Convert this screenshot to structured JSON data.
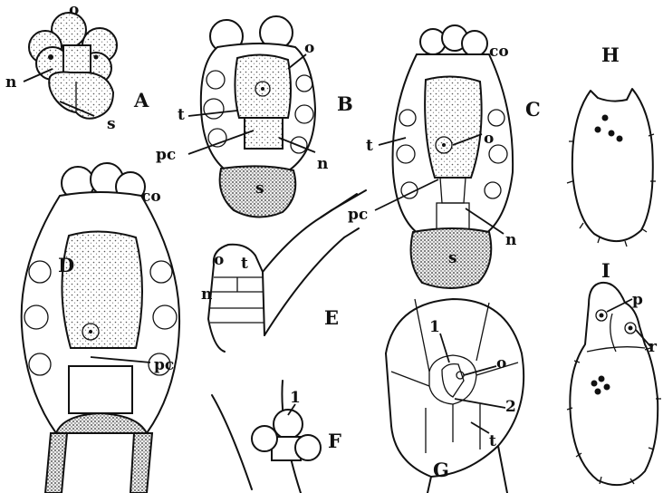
{
  "figure": {
    "panel_letters": [
      "A",
      "B",
      "C",
      "D",
      "E",
      "F",
      "G",
      "H",
      "I"
    ],
    "labels": {
      "A": {
        "o": "o",
        "n": "n",
        "s": "s"
      },
      "B": {
        "o": "o",
        "t": "t",
        "pc": "pc",
        "n": "n",
        "s": "s"
      },
      "C": {
        "co": "co",
        "t": "t",
        "o": "o",
        "pc": "pc",
        "n": "n",
        "s": "s"
      },
      "D": {
        "co": "co",
        "pc": "pc"
      },
      "E": {
        "o": "o",
        "t": "t",
        "n": "n"
      },
      "F": {
        "one": "1"
      },
      "G": {
        "one": "1",
        "o": "o",
        "two": "2",
        "t": "t"
      },
      "I": {
        "p": "p",
        "r": "r"
      }
    }
  }
}
